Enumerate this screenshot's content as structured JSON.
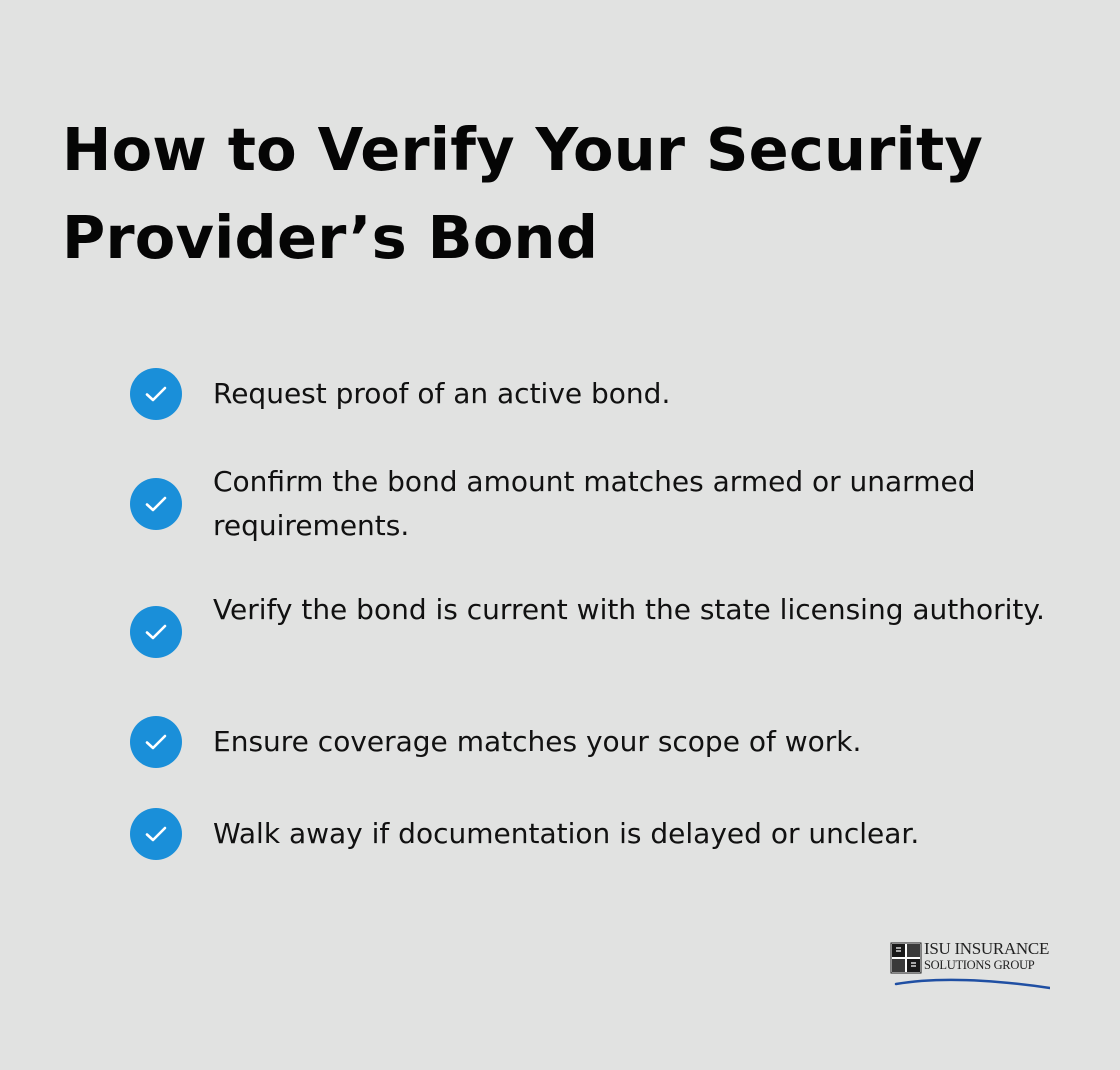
{
  "title": "How to Verify Your Security Provider’s Bond",
  "checklist": {
    "icon": "checkmark-circle-icon",
    "accent_color": "#1a8fd9",
    "items": [
      {
        "text": "Request proof of an active bond."
      },
      {
        "text": "Confirm the bond amount matches armed or unarmed requirements."
      },
      {
        "text": "Verify the bond is current with the state licensing authority."
      },
      {
        "text": "Ensure coverage matches your scope of work."
      },
      {
        "text": "Walk away if documentation is delayed or unclear."
      }
    ]
  },
  "logo": {
    "line1": "ISU INSURANCE",
    "line2": "SOLUTIONS GROUP",
    "swoosh_color": "#1f4fa3"
  }
}
